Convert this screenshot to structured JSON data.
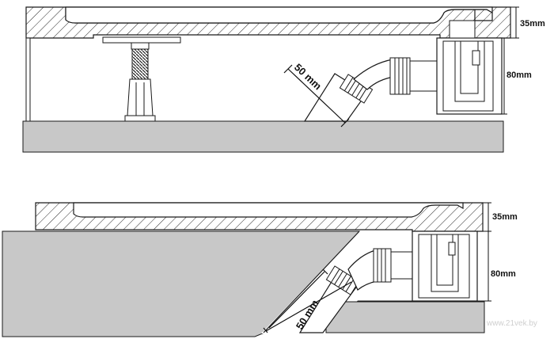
{
  "diagrams": [
    {
      "labels": {
        "tray_height": "35mm",
        "siphon_height": "80mm",
        "pipe_diameter": "50 mm"
      }
    },
    {
      "labels": {
        "tray_height": "35mm",
        "siphon_height": "80mm",
        "pipe_diameter": "50 mm"
      }
    }
  ],
  "watermark": "www.21vek.by",
  "colors": {
    "floor": "#c8c8c8",
    "outline": "#1a1a1a",
    "hatch": "#2a2a2a",
    "background": "#ffffff"
  }
}
